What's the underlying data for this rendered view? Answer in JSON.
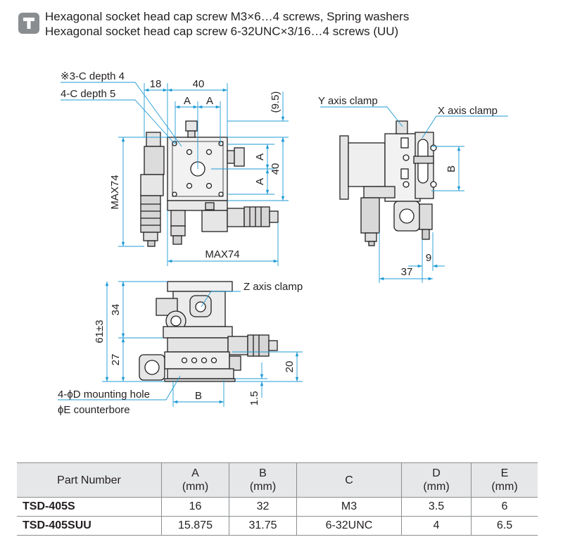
{
  "notes": {
    "line1": "Hexagonal socket head cap screw  M3×6…4 screws, Spring washers",
    "line2": "Hexagonal socket head cap screw  6-32UNC×3/16…4 screws (UU)"
  },
  "icon": "screw-note-icon",
  "colors": {
    "dimension": "#1f9bd4",
    "outline": "#231f20",
    "header_bg": "#e6e7e8",
    "icon_bg": "#8a8d90"
  },
  "top_view": {
    "c3_depth": "※3-C depth 4",
    "c4_depth": "4-C depth 5",
    "dim_18": "18",
    "dim_40_top": "40",
    "dim_a1": "A",
    "dim_a2": "A",
    "dim_9_5": "(9.5)",
    "dim_a3": "A",
    "dim_a4": "A",
    "dim_40_side": "40",
    "max74_vertical": "MAX74",
    "max74_horizontal": "MAX74"
  },
  "side_view": {
    "y_clamp": "Y axis clamp",
    "x_clamp": "X axis clamp",
    "dim_b": "B",
    "dim_9": "9",
    "dim_37": "37"
  },
  "front_view": {
    "z_clamp": "Z axis clamp",
    "dim_34": "34",
    "dim_61": "61±3",
    "dim_27": "27",
    "dim_20": "20",
    "dim_b": "B",
    "dim_1_5": "1.5",
    "mount_hole": "4-ϕD mounting hole",
    "counterbore": "ϕE counterbore"
  },
  "table": {
    "headers": [
      {
        "name": "Part Number",
        "unit": ""
      },
      {
        "name": "A",
        "unit": "(mm)"
      },
      {
        "name": "B",
        "unit": "(mm)"
      },
      {
        "name": "C",
        "unit": ""
      },
      {
        "name": "D",
        "unit": "(mm)"
      },
      {
        "name": "E",
        "unit": "(mm)"
      }
    ],
    "rows": [
      {
        "part": "TSD-405S",
        "a": "16",
        "b": "32",
        "c": "M3",
        "d": "3.5",
        "e": "6"
      },
      {
        "part": "TSD-405SUU",
        "a": "15.875",
        "b": "31.75",
        "c": "6-32UNC",
        "d": "4",
        "e": "6.5"
      }
    ]
  }
}
